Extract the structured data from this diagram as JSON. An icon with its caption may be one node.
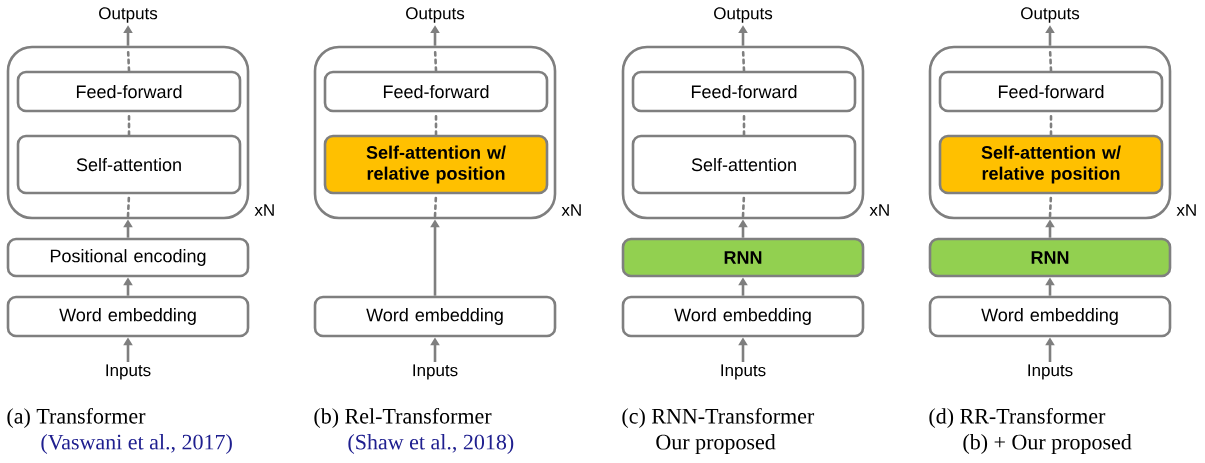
{
  "diagram": {
    "nodes": [
      {
        "text": [
          "Outputs"
        ]
      },
      {
        "text": [],
        "shape": "box",
        "beside": [
          "xN"
        ]
      },
      {
        "text": [
          "Feed-forward"
        ],
        "in": 1
      },
      {
        "text": [
          "Self-attention"
        ],
        "in": 1
      },
      {
        "text": [
          "Positional encoding"
        ]
      },
      {
        "text": [
          "Word embedding"
        ]
      },
      {
        "text": [
          "Inputs"
        ]
      },
      {
        "text": [
          "Outputs"
        ]
      },
      {
        "text": [],
        "shape": "box",
        "beside": [
          "xN"
        ]
      },
      {
        "text": [
          "Feed-forward"
        ],
        "in": 8
      },
      {
        "text": [
          "Self-attention w/ relative position"
        ],
        "in": 8
      },
      {
        "text": [
          "Word embedding"
        ]
      },
      {
        "text": [
          "Inputs"
        ]
      },
      {
        "text": [
          "Outputs"
        ]
      },
      {
        "text": [],
        "shape": "box",
        "beside": [
          "xN"
        ]
      },
      {
        "text": [
          "Feed-forward"
        ],
        "in": 14
      },
      {
        "text": [
          "Self-attention"
        ],
        "in": 14
      },
      {
        "text": [
          "RNN"
        ]
      },
      {
        "text": [
          "Word embedding"
        ]
      },
      {
        "text": [
          "Inputs"
        ]
      },
      {
        "text": [
          "Outputs"
        ]
      },
      {
        "text": [],
        "shape": "box",
        "beside": [
          "xN"
        ]
      },
      {
        "text": [
          "Feed-forward"
        ],
        "in": 21
      },
      {
        "text": [
          "Self-attention w/ relative position"
        ],
        "in": 21
      },
      {
        "text": [
          "RNN"
        ]
      },
      {
        "text": [
          "Word embedding"
        ]
      },
      {
        "text": [
          "Inputs"
        ]
      }
    ],
    "edges": [
      {
        "from": 6,
        "to": 5,
        "arrow": "to"
      },
      {
        "from": 5,
        "to": 4,
        "arrow": "to"
      },
      {
        "from": 4,
        "to": 1,
        "arrow": "to"
      },
      {
        "from": 1,
        "to": 3,
        "arrow": "none",
        "style": "dashed"
      },
      {
        "from": 3,
        "to": 2,
        "arrow": "none",
        "style": "dashed"
      },
      {
        "from": 2,
        "to": 1,
        "arrow": "none",
        "style": "dashed"
      },
      {
        "from": 1,
        "to": 0,
        "arrow": "to"
      },
      {
        "from": 12,
        "to": 11,
        "arrow": "to"
      },
      {
        "from": 11,
        "to": 8,
        "arrow": "to"
      },
      {
        "from": 8,
        "to": 10,
        "arrow": "none",
        "style": "dashed"
      },
      {
        "from": 10,
        "to": 9,
        "arrow": "none",
        "style": "dashed"
      },
      {
        "from": 9,
        "to": 8,
        "arrow": "none",
        "style": "dashed"
      },
      {
        "from": 8,
        "to": 7,
        "arrow": "to"
      },
      {
        "from": 19,
        "to": 18,
        "arrow": "to"
      },
      {
        "from": 18,
        "to": 17,
        "arrow": "to"
      },
      {
        "from": 17,
        "to": 14,
        "arrow": "to"
      },
      {
        "from": 14,
        "to": 16,
        "arrow": "none",
        "style": "dashed"
      },
      {
        "from": 16,
        "to": 15,
        "arrow": "none",
        "style": "dashed"
      },
      {
        "from": 15,
        "to": 14,
        "arrow": "none",
        "style": "dashed"
      },
      {
        "from": 14,
        "to": 13,
        "arrow": "to"
      },
      {
        "from": 26,
        "to": 25,
        "arrow": "to"
      },
      {
        "from": 25,
        "to": 24,
        "arrow": "to"
      },
      {
        "from": 24,
        "to": 21,
        "arrow": "to"
      },
      {
        "from": 21,
        "to": 23,
        "arrow": "none",
        "style": "dashed"
      },
      {
        "from": 23,
        "to": 22,
        "arrow": "none",
        "style": "dashed"
      },
      {
        "from": 22,
        "to": 21,
        "arrow": "none",
        "style": "dashed"
      },
      {
        "from": 21,
        "to": 20,
        "arrow": "to"
      }
    ],
    "labels": [
      "(a) Transformer",
      "(Vaswani et al., 2017)",
      "(b) Rel-Transformer",
      "(Shaw et al., 2018)",
      "(c) RNN-Transformer",
      "Our proposed",
      "(d) RR-Transformer",
      "(b) + Our proposed"
    ]
  }
}
